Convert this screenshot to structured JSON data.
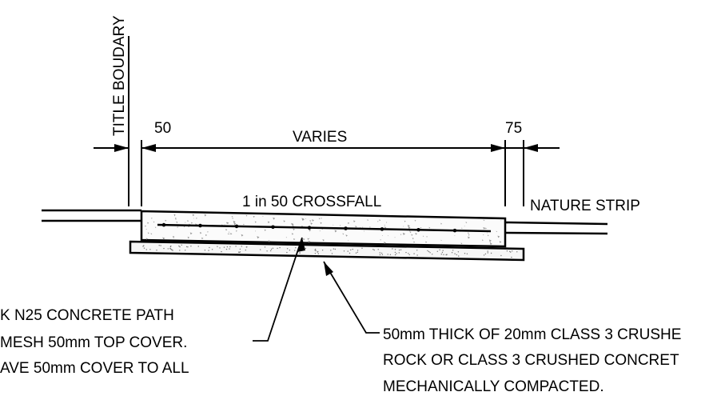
{
  "labels": {
    "title_boundary": "TITLE BOUDARY",
    "dim_left": "50",
    "dim_middle": "VARIES",
    "dim_right": "75",
    "crossfall": "1 in 50 CROSSFALL",
    "nature_strip": "NATURE STRIP"
  },
  "notes": {
    "concrete_path": [
      "K N25 CONCRETE PATH",
      "MESH 50mm TOP COVER.",
      "AVE 50mm COVER TO ALL"
    ],
    "base_course": [
      "50mm THICK OF 20mm CLASS 3 CRUSHE",
      "ROCK OR CLASS 3 CRUSHED CONCRET",
      "MECHANICALLY COMPACTED."
    ]
  },
  "colors": {
    "line": "#000000",
    "concrete_speckle": "#9a9a9a",
    "background": "#ffffff"
  }
}
